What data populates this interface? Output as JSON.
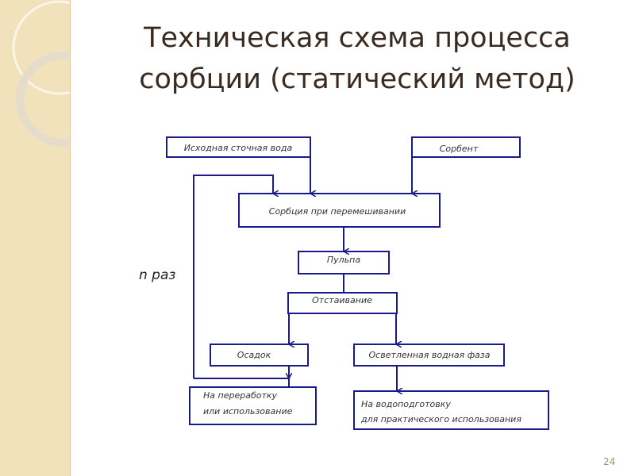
{
  "slide": {
    "title_line1": "Техническая схема процесса",
    "title_line2": "сорбции (статический метод)",
    "page_number": "24"
  },
  "diagram": {
    "nodes": {
      "source": "Исходная сточная вода",
      "sorbent": "Сорбент",
      "sorption": "Сорбция при перемешивании",
      "pulp": "Пульпа",
      "settling": "Отстаивание",
      "sediment": "Осадок",
      "clarified": "Осветленная водная фаза",
      "processing_1": "На переработку",
      "processing_2": "или использование",
      "treatment_1": "На водоподготовку",
      "treatment_2": "для практического использования"
    },
    "loop_label": "n раз",
    "line_color": "#1a1a8c"
  }
}
